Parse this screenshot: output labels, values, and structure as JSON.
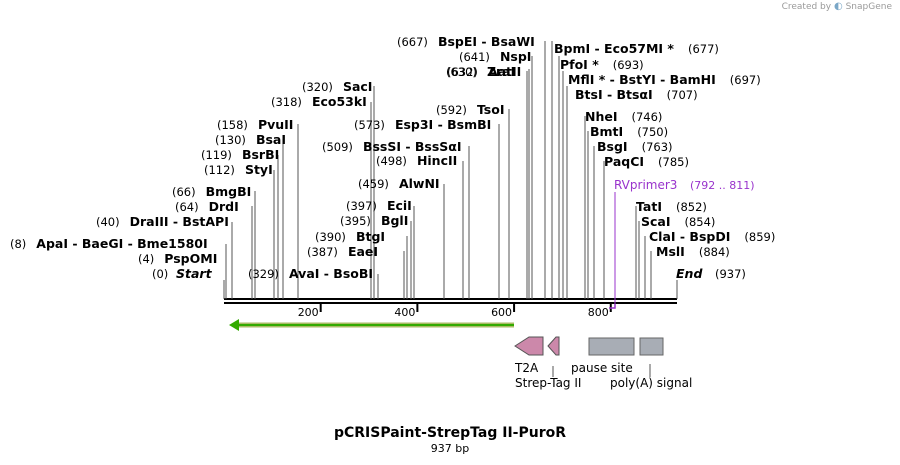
{
  "credit": {
    "prefix": "Created by",
    "brand": "SnapGene"
  },
  "map": {
    "title": "pCRISPaint-StrepTag II-PuroR",
    "length_label": "937 bp",
    "total_bp": 937,
    "ruler_ticks": [
      200,
      400,
      600,
      800
    ],
    "colors": {
      "line": "#555555",
      "primer": "#9933cc",
      "orf_fill": "#cc88aa",
      "feature_fill": "#a8adb5",
      "arrow_fill": "#33aa00",
      "arrow_stroke": "#aabb66"
    },
    "start_label": {
      "pos": "(0)",
      "name": "Start"
    },
    "end_label": {
      "name": "End",
      "pos": "(937)"
    },
    "sites": [
      {
        "pos": "(8)",
        "names": [
          "ApaI",
          "BaeGI",
          "Bme1580I"
        ]
      },
      {
        "pos": "(4)",
        "names": [
          "PspOMI"
        ]
      },
      {
        "pos": "(40)",
        "names": [
          "DraIII",
          "BstAPI"
        ]
      },
      {
        "pos": "(64)",
        "names": [
          "DrdI"
        ]
      },
      {
        "pos": "(66)",
        "names": [
          "BmgBI"
        ]
      },
      {
        "pos": "(112)",
        "names": [
          "StyI"
        ]
      },
      {
        "pos": "(119)",
        "names": [
          "BsrBI"
        ]
      },
      {
        "pos": "(130)",
        "names": [
          "BsaI"
        ]
      },
      {
        "pos": "(158)",
        "names": [
          "PvuII"
        ]
      },
      {
        "pos": "(318)",
        "names": [
          "Eco53kI"
        ]
      },
      {
        "pos": "(320)",
        "names": [
          "SacI"
        ]
      },
      {
        "pos": "(329)",
        "names": [
          "AvaI",
          "BsoBI"
        ]
      },
      {
        "pos": "(387)",
        "names": [
          "EaeI"
        ]
      },
      {
        "pos": "(390)",
        "names": [
          "BtgI"
        ]
      },
      {
        "pos": "(395)",
        "names": [
          "BglI"
        ]
      },
      {
        "pos": "(397)",
        "names": [
          "EciI"
        ]
      },
      {
        "pos": "(459)",
        "names": [
          "AlwNI"
        ]
      },
      {
        "pos": "(498)",
        "names": [
          "HincII"
        ]
      },
      {
        "pos": "(509)",
        "names": [
          "BssSI",
          "BssSαI"
        ]
      },
      {
        "pos": "(573)",
        "names": [
          "Esp3I",
          "BsmBI"
        ]
      },
      {
        "pos": "(592)",
        "names": [
          "TsoI"
        ]
      },
      {
        "pos": "(630)",
        "names": [
          "ZraI"
        ]
      },
      {
        "pos": "(632)",
        "names": [
          "AatII"
        ]
      },
      {
        "pos": "(641)",
        "names": [
          "NspI"
        ]
      },
      {
        "pos": "(667)",
        "names": [
          "BspEI",
          "BsaWI"
        ]
      },
      {
        "pos": "(677)",
        "names": [
          "BpmI",
          "Eco57MI *"
        ]
      },
      {
        "pos": "(693)",
        "names": [
          "PfoI *"
        ]
      },
      {
        "pos": "(697)",
        "names": [
          "MflI *",
          "BstYI",
          "BamHI"
        ]
      },
      {
        "pos": "(707)",
        "names": [
          "BtsI",
          "BtsαI"
        ]
      },
      {
        "pos": "(746)",
        "names": [
          "NheI"
        ]
      },
      {
        "pos": "(750)",
        "names": [
          "BmtI"
        ]
      },
      {
        "pos": "(763)",
        "names": [
          "BsgI"
        ]
      },
      {
        "pos": "(785)",
        "names": [
          "PaqCI"
        ]
      },
      {
        "pos": "(852)",
        "names": [
          "TatI"
        ]
      },
      {
        "pos": "(854)",
        "names": [
          "ScaI"
        ]
      },
      {
        "pos": "(859)",
        "names": [
          "ClaI",
          "BspDI"
        ]
      },
      {
        "pos": "(884)",
        "names": [
          "MslI"
        ]
      }
    ],
    "primer": {
      "name": "RVprimer3",
      "range": "(792 .. 811)"
    },
    "features": [
      {
        "name": "T2A"
      },
      {
        "name": "Strep-Tag II"
      },
      {
        "name": "pause site"
      },
      {
        "name": "poly(A) signal"
      }
    ]
  }
}
